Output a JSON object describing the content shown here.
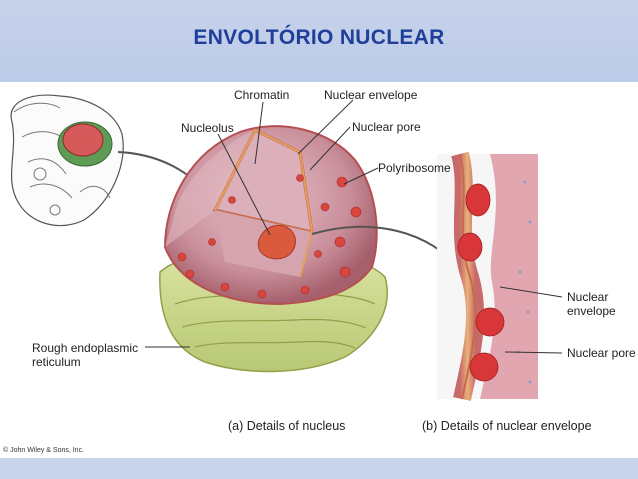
{
  "slide": {
    "title": "ENVOLTÓRIO NUCLEAR"
  },
  "figure": {
    "labels": {
      "chromatin": "Chromatin",
      "nuclear_envelope_top": "Nuclear envelope",
      "nucleolus": "Nucleolus",
      "nuclear_pore_top": "Nuclear pore",
      "polyribosome": "Polyribosome",
      "rough_er_line1": "Rough endoplasmic",
      "rough_er_line2": "reticulum",
      "nuclear_envelope_right_line1": "Nuclear",
      "nuclear_envelope_right_line2": "envelope",
      "nuclear_pore_right": "Nuclear pore"
    },
    "captions": {
      "a": "(a) Details of nucleus",
      "b": "(b) Details of nuclear envelope"
    },
    "copyright": "© John Wiley & Sons, Inc."
  }
}
